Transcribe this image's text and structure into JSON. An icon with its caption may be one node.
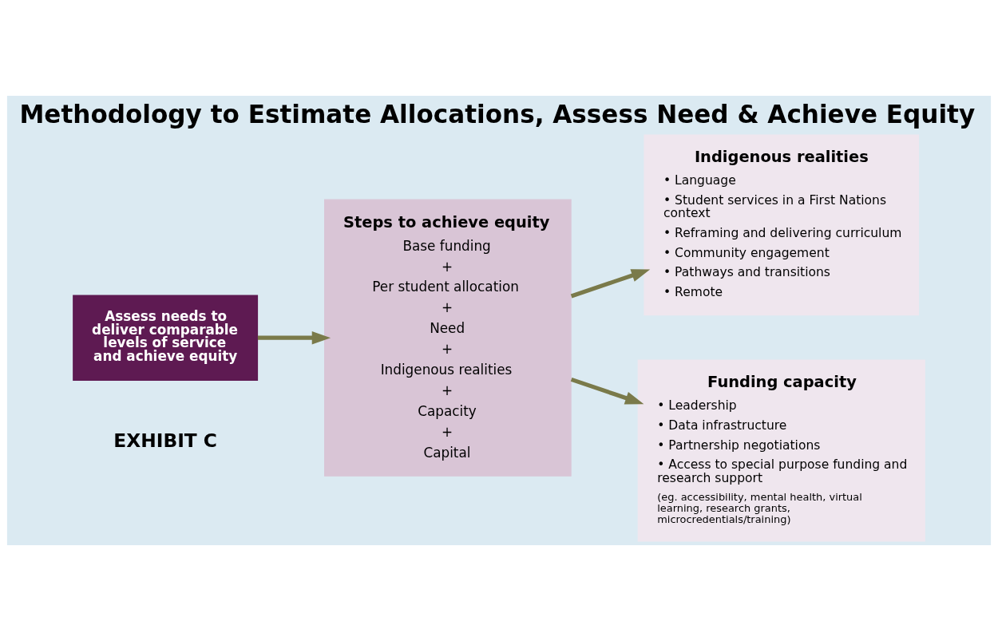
{
  "diagram": {
    "title": "Methodology to Estimate Allocations, Assess Need & Achieve Equity",
    "nodes": [
      {
        "text": [
          "Assess needs to deliver comparable levels of service and achieve equity"
        ]
      },
      {
        "text": [
          "Steps to achieve equity",
          "Base funding",
          "+",
          "Per student allocation",
          "+",
          "Need",
          "+",
          "Indigenous realities",
          "+",
          "Capacity",
          "+",
          "Capital"
        ]
      },
      {
        "text": [
          "Indigenous realities",
          "• Language",
          "• Student services in a First Nations context",
          "• Reframing and delivering curriculum",
          "• Community engagement",
          "• Pathways and transitions",
          "• Remote"
        ]
      },
      {
        "text": [
          "Funding capacity",
          "• Leadership",
          "• Data infrastructure",
          "• Partnership negotiations",
          "• Access to special purpose funding and research support",
          "(eg. accessibility, mental health, virtual learning, research grants, microcredentials/training)"
        ]
      }
    ],
    "edges": [
      {
        "from": 0,
        "to": 1,
        "arrow": "to"
      },
      {
        "from": 1,
        "to": 2,
        "arrow": "to"
      },
      {
        "from": 1,
        "to": 3,
        "arrow": "to"
      }
    ],
    "labels": [
      "EXHIBIT C"
    ]
  }
}
